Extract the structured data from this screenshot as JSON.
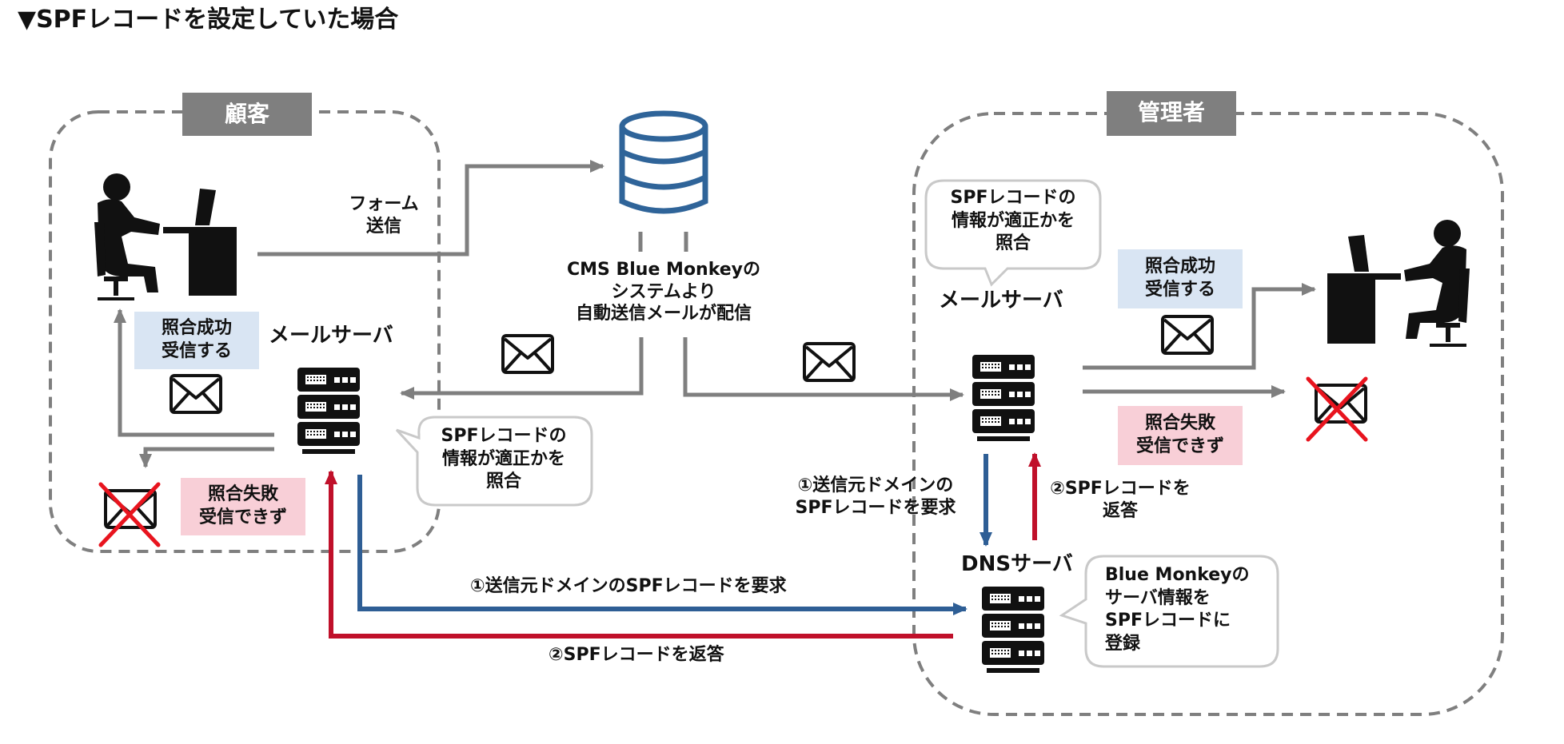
{
  "title": "▼SPFレコードを設定していた場合",
  "groups": {
    "customer": "顧客",
    "admin": "管理者"
  },
  "labels": {
    "form_send": "フォーム\n送信",
    "cms_caption": "CMS Blue Monkeyの\nシステムより\n自動送信メールが配信",
    "mail_server_left": "メールサーバ",
    "mail_server_right": "メールサーバ",
    "dns_server": "DNSサーバ",
    "left_success": "照合成功\n受信する",
    "left_fail": "照合失敗\n受信できず",
    "right_success": "照合成功\n受信する",
    "right_fail": "照合失敗\n受信できず",
    "bubble_left": "SPFレコードの\n情報が適正かを\n照合",
    "bubble_right": "SPFレコードの\n情報が適正かを\n照合",
    "bubble_dns": "Blue Monkeyの\nサーバ情報を\nSPFレコードに\n登録",
    "req_vertical": "①送信元ドメインの\nSPFレコードを要求",
    "resp_vertical": "②SPFレコードを\n返答",
    "req_bottom": "①送信元ドメインのSPFレコードを要求",
    "resp_bottom": "②SPFレコードを返答"
  },
  "colors": {
    "gray_arrow": "#7f7f7f",
    "blue_arrow": "#2e5e95",
    "red_arrow": "#c0102a",
    "db_blue": "#2f6499",
    "success_bg": "#d9e5f3",
    "fail_bg": "#f8cfd7",
    "x_red": "#e8141e"
  }
}
